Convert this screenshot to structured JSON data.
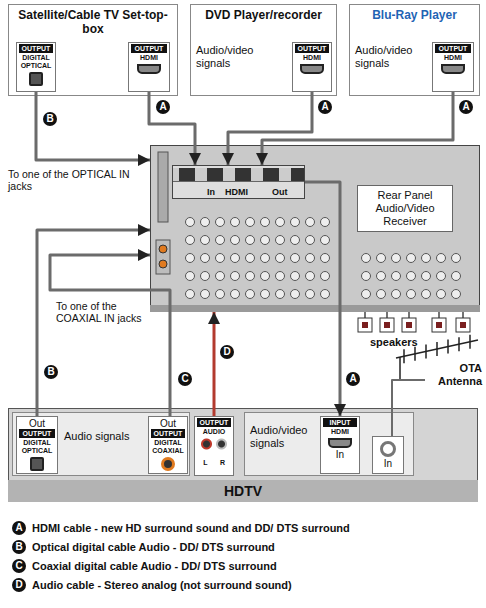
{
  "diagram": {
    "nodes": [
      {
        "text": [
          "Satellite/Cable TV Set-top-box"
        ]
      },
      {
        "text": [
          "OUTPUT",
          "DIGITAL OPTICAL"
        ],
        "in": 0
      },
      {
        "text": [
          "OUTPUT",
          "HDMI"
        ],
        "in": 0
      },
      {
        "text": [
          "DVD Player/recorder",
          "Audio/video signals"
        ]
      },
      {
        "text": [
          "OUTPUT",
          "HDMI"
        ],
        "in": 3
      },
      {
        "text": [
          "Blu-Ray Player",
          "Audio/video signals"
        ]
      },
      {
        "text": [
          "OUTPUT",
          "HDMI"
        ],
        "in": 5
      },
      {
        "text": [
          "Rear Panel Audio/Video Receiver"
        ]
      },
      {
        "text": [
          "In",
          "HDMI",
          "Out"
        ],
        "in": 7
      },
      {
        "text": [
          "HDTV"
        ]
      },
      {
        "text": [
          "Audio signals"
        ],
        "in": 9
      },
      {
        "text": [
          "Out",
          "OUTPUT",
          "DIGITAL OPTICAL"
        ],
        "in": 10
      },
      {
        "text": [
          "Out",
          "OUTPUT",
          "DIGITAL COAXIAL"
        ],
        "in": 10
      },
      {
        "text": [
          "OUTPUT",
          "AUDIO",
          "L",
          "R"
        ],
        "in": 9
      },
      {
        "text": [
          "Audio/video signals"
        ],
        "in": 9
      },
      {
        "text": [
          "INPUT",
          "HDMI",
          "In"
        ],
        "in": 14
      },
      {
        "text": [
          "In"
        ],
        "in": 9
      },
      {
        "text": [
          "OTA Antenna"
        ]
      }
    ],
    "edges": [
      {
        "from": 1,
        "to": 7,
        "arrow": "to"
      },
      {
        "from": 2,
        "to": 8,
        "arrow": "to"
      },
      {
        "from": 4,
        "to": 8,
        "arrow": "to"
      },
      {
        "from": 6,
        "to": 8,
        "arrow": "to"
      },
      {
        "from": 8,
        "to": 15,
        "arrow": "to"
      },
      {
        "from": 11,
        "to": 7,
        "arrow": "to"
      },
      {
        "from": 12,
        "to": 7,
        "arrow": "to"
      },
      {
        "from": 13,
        "to": 7,
        "arrow": "to"
      },
      {
        "from": 17,
        "to": 16,
        "arrow": "none"
      }
    ],
    "labels": [
      "A",
      "A",
      "A",
      "B",
      "To one of the OPTICAL IN jacks",
      "To one of the COAXIAL IN jacks",
      "speakers",
      "B",
      "C",
      "D",
      "A",
      "A",
      "B",
      "C",
      "D"
    ],
    "legend": [
      {
        "text": "HDMI cable - new HD surround sound and DD/ DTS surround"
      },
      {
        "text": "Optical digital cable Audio - DD/ DTS surround"
      },
      {
        "text": "Coaxial digital cable Audio - DD/ DTS surround"
      },
      {
        "text": "Audio cable - Stereo analog (not surround sound)"
      }
    ]
  }
}
